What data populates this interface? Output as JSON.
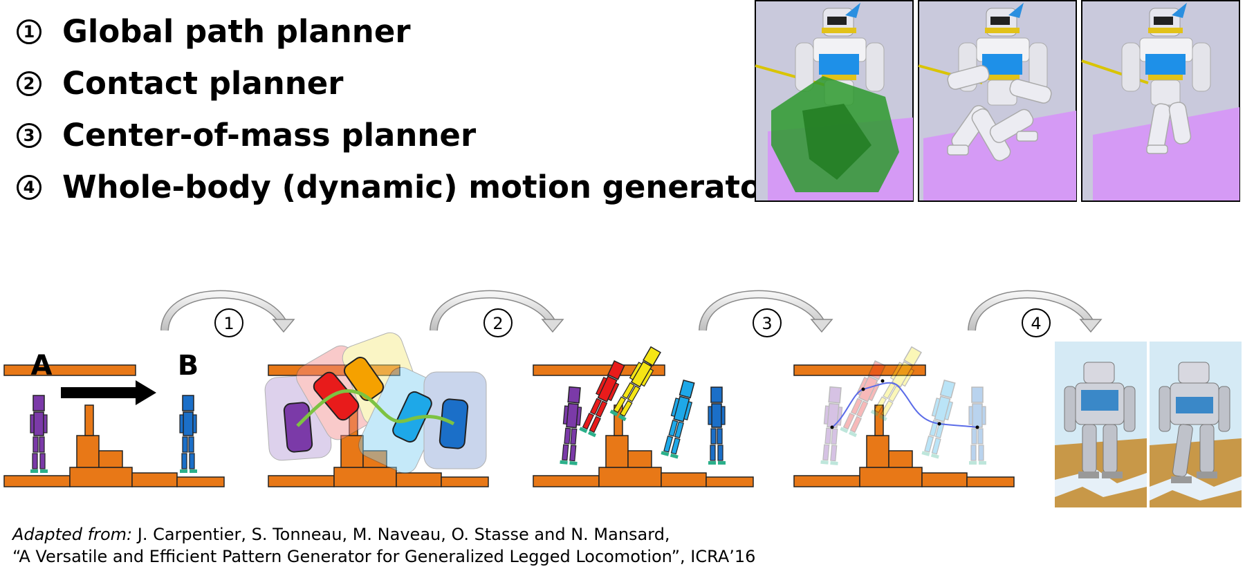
{
  "list": [
    {
      "num": "1",
      "text": "Global path planner"
    },
    {
      "num": "2",
      "text": "Contact planner"
    },
    {
      "num": "3",
      "text": "Center-of-mass planner"
    },
    {
      "num": "4",
      "text": "Whole-body (dynamic) motion generator"
    }
  ],
  "diagram": {
    "step_labels": [
      "1",
      "2",
      "3",
      "4"
    ],
    "point_a": "A",
    "point_b": "B"
  },
  "citation": {
    "prefix": "Adapted from:",
    "line1": "J. Carpentier, S. Tonneau, M. Naveau, O. Stasse and N. Mansard,",
    "line2": "“A Versatile and Efficient Pattern Generator for Generalized Legged Locomotion”, ICRA’16"
  },
  "colors": {
    "terrain": "#e87817",
    "purple": "#7b3aa8",
    "red": "#e81b1b",
    "orange": "#f5a100",
    "yellow": "#f5e514",
    "cyan": "#1ea8e8",
    "blue": "#1b6fc8",
    "robot_bg": "#c9c9dc",
    "violet_floor": "#d59af5",
    "green_hull": "#2e9a2e"
  }
}
